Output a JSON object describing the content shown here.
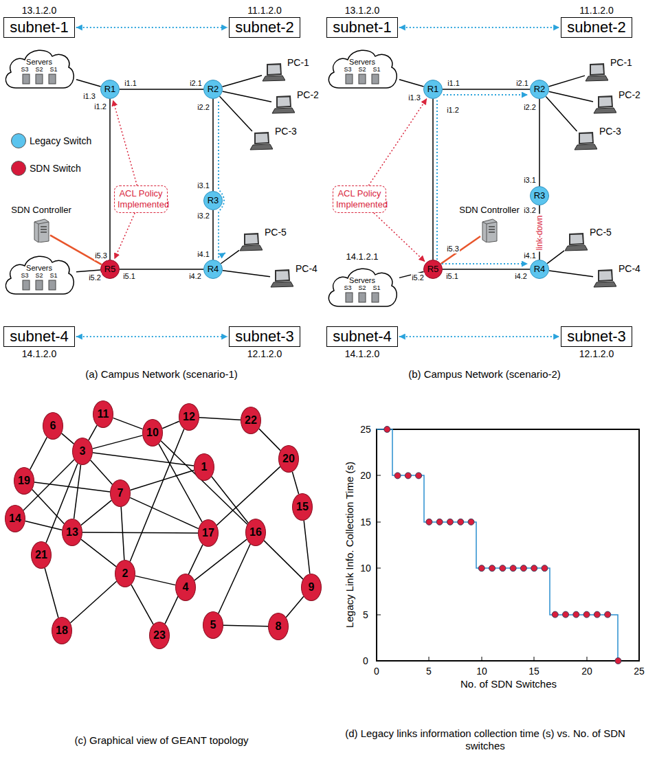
{
  "diagram": {
    "nodes": [
      {
        "text": [
          "13.1.2.0",
          "subnet-1"
        ]
      },
      {
        "text": [
          "11.1.2.0",
          "subnet-2"
        ]
      },
      {
        "text": [
          "Servers",
          "S3",
          "S2",
          "S1"
        ]
      },
      {
        "text": [
          "R1"
        ]
      },
      {
        "text": [
          "R2"
        ]
      },
      {
        "text": [
          "PC-1"
        ]
      },
      {
        "text": [
          "PC-2"
        ]
      },
      {
        "text": [
          "PC-3"
        ]
      },
      {
        "text": [
          "R3"
        ]
      },
      {
        "text": [
          "ACL Policy Implemented"
        ]
      },
      {
        "text": [
          "SDN Controller"
        ]
      },
      {
        "text": [
          "PC-5"
        ]
      },
      {
        "text": [
          "PC-4"
        ]
      },
      {
        "text": [
          "Servers",
          "S3",
          "S2",
          "S1"
        ]
      },
      {
        "text": [
          "R5"
        ]
      },
      {
        "text": [
          "R4"
        ]
      },
      {
        "text": [
          "subnet-4",
          "14.1.2.0"
        ]
      },
      {
        "text": [
          "subnet-3",
          "12.1.2.0"
        ]
      },
      {
        "text": [
          "13.1.2.0",
          "subnet-1"
        ]
      },
      {
        "text": [
          "11.1.2.0",
          "subnet-2"
        ]
      },
      {
        "text": [
          "Servers",
          "S3",
          "S2",
          "S1"
        ]
      },
      {
        "text": [
          "R1"
        ]
      },
      {
        "text": [
          "R2"
        ]
      },
      {
        "text": [
          "PC-1"
        ]
      },
      {
        "text": [
          "PC-2"
        ]
      },
      {
        "text": [
          "PC-3"
        ]
      },
      {
        "text": [
          "R3"
        ]
      },
      {
        "text": [
          "ACL Policy Implemented"
        ]
      },
      {
        "text": [
          "SDN Controller"
        ]
      },
      {
        "text": [
          "PC-5"
        ]
      },
      {
        "text": [
          "PC-4"
        ]
      },
      {
        "text": [
          "14.1.2.1",
          "Servers",
          "S3",
          "S2",
          "S1"
        ]
      },
      {
        "text": [
          "R5"
        ]
      },
      {
        "text": [
          "R4"
        ]
      },
      {
        "text": [
          "subnet-4",
          "14.1.2.0"
        ]
      },
      {
        "text": [
          "subnet-3",
          "12.1.2.0"
        ]
      },
      {
        "text": [
          "6"
        ]
      },
      {
        "text": [
          "11"
        ]
      },
      {
        "text": [
          "10"
        ]
      },
      {
        "text": [
          "12"
        ]
      },
      {
        "text": [
          "22"
        ]
      },
      {
        "text": [
          "3"
        ]
      },
      {
        "text": [
          "1"
        ]
      },
      {
        "text": [
          "20"
        ]
      },
      {
        "text": [
          "19"
        ]
      },
      {
        "text": [
          "7"
        ]
      },
      {
        "text": [
          "15"
        ]
      },
      {
        "text": [
          "14"
        ]
      },
      {
        "text": [
          "13"
        ]
      },
      {
        "text": [
          "17"
        ]
      },
      {
        "text": [
          "16"
        ]
      },
      {
        "text": [
          "21"
        ]
      },
      {
        "text": [
          "2"
        ]
      },
      {
        "text": [
          "4"
        ]
      },
      {
        "text": [
          "9"
        ]
      },
      {
        "text": [
          "5"
        ]
      },
      {
        "text": [
          "8"
        ]
      },
      {
        "text": [
          "18"
        ]
      },
      {
        "text": [
          "23"
        ]
      }
    ],
    "edges": [
      {
        "from": 0,
        "to": 1,
        "arrow": "both"
      },
      {
        "from": 16,
        "to": 17,
        "arrow": "both"
      },
      {
        "from": 2,
        "to": 3,
        "arrow": "none"
      },
      {
        "from": 3,
        "to": 4,
        "arrow": "none"
      },
      {
        "from": 3,
        "to": 14,
        "arrow": "none"
      },
      {
        "from": 4,
        "to": 5,
        "arrow": "none"
      },
      {
        "from": 4,
        "to": 6,
        "arrow": "none"
      },
      {
        "from": 4,
        "to": 7,
        "arrow": "none"
      },
      {
        "from": 4,
        "to": 8,
        "arrow": "none"
      },
      {
        "from": 8,
        "to": 15,
        "arrow": "none"
      },
      {
        "from": 15,
        "to": 11,
        "arrow": "none"
      },
      {
        "from": 15,
        "to": 12,
        "arrow": "none"
      },
      {
        "from": 14,
        "to": 15,
        "arrow": "none"
      },
      {
        "from": 13,
        "to": 14,
        "arrow": "none"
      },
      {
        "from": 10,
        "to": 14,
        "arrow": "none"
      },
      {
        "from": 9,
        "to": 3,
        "arrow": "to"
      },
      {
        "from": 9,
        "to": 14,
        "arrow": "to"
      },
      {
        "from": 18,
        "to": 19,
        "arrow": "both"
      },
      {
        "from": 34,
        "to": 35,
        "arrow": "both"
      },
      {
        "from": 20,
        "to": 21,
        "arrow": "none"
      },
      {
        "from": 21,
        "to": 22,
        "arrow": "none"
      },
      {
        "from": 21,
        "to": 32,
        "arrow": "none"
      },
      {
        "from": 22,
        "to": 23,
        "arrow": "none"
      },
      {
        "from": 22,
        "to": 24,
        "arrow": "none"
      },
      {
        "from": 22,
        "to": 25,
        "arrow": "none"
      },
      {
        "from": 22,
        "to": 26,
        "arrow": "none"
      },
      {
        "from": 26,
        "to": 33,
        "arrow": "none",
        "label": "link-down"
      },
      {
        "from": 33,
        "to": 29,
        "arrow": "none"
      },
      {
        "from": 33,
        "to": 30,
        "arrow": "none"
      },
      {
        "from": 32,
        "to": 33,
        "arrow": "none"
      },
      {
        "from": 31,
        "to": 32,
        "arrow": "none"
      },
      {
        "from": 28,
        "to": 32,
        "arrow": "none"
      },
      {
        "from": 27,
        "to": 21,
        "arrow": "to"
      },
      {
        "from": 27,
        "to": 32,
        "arrow": "to"
      },
      {
        "from": 36,
        "to": 41,
        "arrow": "none"
      },
      {
        "from": 36,
        "to": 44,
        "arrow": "none"
      },
      {
        "from": 37,
        "to": 41,
        "arrow": "none"
      },
      {
        "from": 37,
        "to": 38,
        "arrow": "none"
      },
      {
        "from": 38,
        "to": 39,
        "arrow": "none"
      },
      {
        "from": 39,
        "to": 40,
        "arrow": "none"
      },
      {
        "from": 40,
        "to": 43,
        "arrow": "none"
      },
      {
        "from": 43,
        "to": 46,
        "arrow": "none"
      },
      {
        "from": 46,
        "to": 54,
        "arrow": "none"
      },
      {
        "from": 54,
        "to": 56,
        "arrow": "none"
      },
      {
        "from": 56,
        "to": 55,
        "arrow": "none"
      },
      {
        "from": 55,
        "to": 50,
        "arrow": "none"
      },
      {
        "from": 50,
        "to": 54,
        "arrow": "none"
      },
      {
        "from": 50,
        "to": 53,
        "arrow": "none"
      },
      {
        "from": 50,
        "to": 42,
        "arrow": "none"
      },
      {
        "from": 53,
        "to": 52,
        "arrow": "none"
      },
      {
        "from": 38,
        "to": 41,
        "arrow": "none"
      },
      {
        "from": 38,
        "to": 49,
        "arrow": "none"
      },
      {
        "from": 38,
        "to": 50,
        "arrow": "none"
      },
      {
        "from": 39,
        "to": 52,
        "arrow": "none"
      },
      {
        "from": 41,
        "to": 42,
        "arrow": "none"
      },
      {
        "from": 41,
        "to": 45,
        "arrow": "none"
      },
      {
        "from": 41,
        "to": 47,
        "arrow": "none"
      },
      {
        "from": 41,
        "to": 51,
        "arrow": "none"
      },
      {
        "from": 41,
        "to": 48,
        "arrow": "none"
      },
      {
        "from": 44,
        "to": 45,
        "arrow": "none"
      },
      {
        "from": 44,
        "to": 48,
        "arrow": "none"
      },
      {
        "from": 45,
        "to": 42,
        "arrow": "none"
      },
      {
        "from": 45,
        "to": 48,
        "arrow": "none"
      },
      {
        "from": 45,
        "to": 49,
        "arrow": "none"
      },
      {
        "from": 45,
        "to": 52,
        "arrow": "none"
      },
      {
        "from": 48,
        "to": 49,
        "arrow": "none"
      },
      {
        "from": 48,
        "to": 47,
        "arrow": "none"
      },
      {
        "from": 48,
        "to": 52,
        "arrow": "none"
      },
      {
        "from": 51,
        "to": 57,
        "arrow": "none"
      },
      {
        "from": 52,
        "to": 58,
        "arrow": "none"
      },
      {
        "from": 52,
        "to": 57,
        "arrow": "none"
      },
      {
        "from": 49,
        "to": 58,
        "arrow": "none"
      },
      {
        "from": 49,
        "to": 43,
        "arrow": "none"
      }
    ],
    "labels": [
      "i1.3",
      "i1.1",
      "i1.2",
      "i2.1",
      "i2.2",
      "i3.1",
      "i3.2",
      "i4.1",
      "i4.2",
      "i5.1",
      "i5.2",
      "i5.3",
      "(a) Campus Network (scenario-1)",
      "i1.3",
      "i1.1",
      "i1.2",
      "i2.1",
      "i2.2",
      "i3.1",
      "i3.2",
      "i4.1",
      "i4.2",
      "i5.1",
      "i5.2",
      "i5.3",
      "(b) Campus Network (scenario-2)",
      "(c) Graphical view of GEANT topology",
      "25",
      "20",
      "15",
      "10",
      "5",
      "0",
      "0",
      "5",
      "10",
      "15",
      "20",
      "25",
      "Legacy Link Info. Collection Time (s)",
      "No. of SDN Switches",
      "(d) Legacy links information collection time (s) vs. No. of SDN switches"
    ],
    "legend": [
      {
        "text": "Legacy Switch",
        "color": "#5bc4ee"
      },
      {
        "text": "SDN Switch",
        "color": "#d6193a"
      }
    ]
  }
}
